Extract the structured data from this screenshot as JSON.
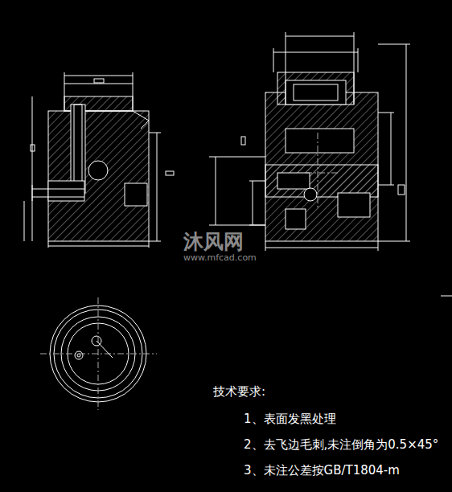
{
  "diagram": {
    "labels": [
      "技术要求:",
      "1、表面发黑处理",
      "2、去飞边毛刺,未注倒角为0.5×45°",
      "3、未注公差按GB/T1804-m",
      "沐风网",
      "www.mfcad.com"
    ]
  }
}
